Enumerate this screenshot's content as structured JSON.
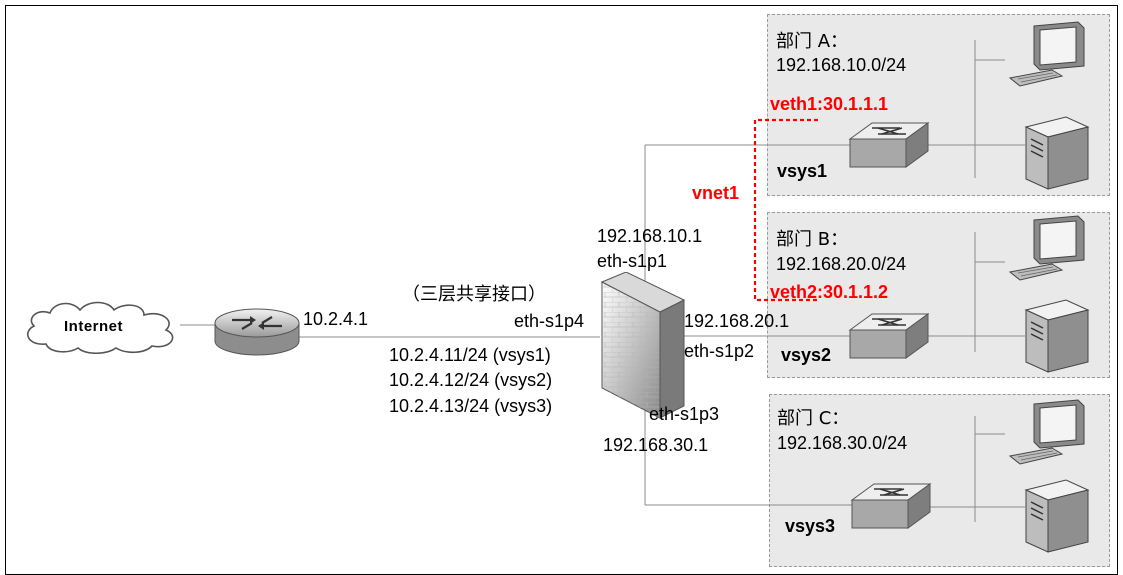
{
  "internet": {
    "label": "Internet"
  },
  "router": {
    "ip": "10.2.4.1"
  },
  "firewall": {
    "shared_interface_note": "（三层共享接口）",
    "eth_s1p4": {
      "name": "eth-s1p4",
      "addresses": [
        "10.2.4.11/24 (vsys1)",
        "10.2.4.12/24 (vsys2)",
        "10.2.4.13/24 (vsys3)"
      ]
    },
    "eth_s1p1": {
      "name": "eth-s1p1",
      "ip": "192.168.10.1"
    },
    "eth_s1p2": {
      "name": "eth-s1p2",
      "ip": "192.168.20.1"
    },
    "eth_s1p3": {
      "name": "eth-s1p3",
      "ip": "192.168.30.1"
    }
  },
  "vnet": {
    "label": "vnet1",
    "veth1": "veth1:30.1.1.1",
    "veth2": "veth2:30.1.1.2"
  },
  "departments": [
    {
      "name": "部门 A：",
      "subnet": "192.168.10.0/24",
      "vsys": "vsys1"
    },
    {
      "name": "部门 B：",
      "subnet": "192.168.20.0/24",
      "vsys": "vsys2"
    },
    {
      "name": "部门 C：",
      "subnet": "192.168.30.0/24",
      "vsys": "vsys3"
    }
  ],
  "colors": {
    "accent": "#ff0000",
    "zone": "#e9e9e9",
    "line": "#9a9a9a"
  }
}
